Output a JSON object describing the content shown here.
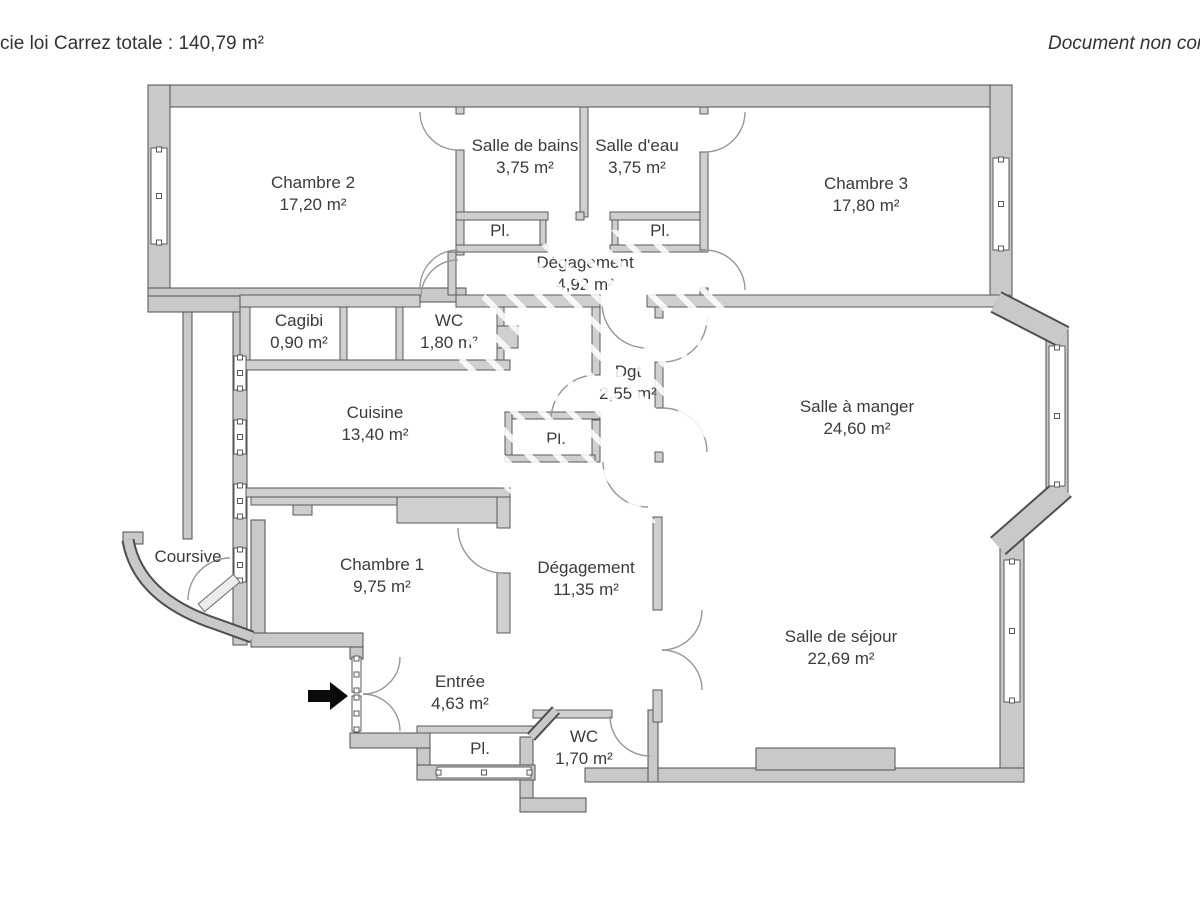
{
  "header": {
    "carrez_text": "cie loi Carrez totale :  140,79 m²",
    "disclaimer_text": "Document non cor"
  },
  "plan": {
    "rooms": [
      {
        "name": "Chambre 2",
        "area": "17,20 m²"
      },
      {
        "name": "Salle de bains",
        "area": "3,75 m²"
      },
      {
        "name": "Salle d'eau",
        "area": "3,75 m²"
      },
      {
        "name": "Chambre 3",
        "area": "17,80 m²"
      },
      {
        "name": "Dégagement",
        "area": "4,92 m²"
      },
      {
        "name": "Cagibi",
        "area": "0,90 m²"
      },
      {
        "name": "WC",
        "area": "1,80 m²"
      },
      {
        "name": "Dgt",
        "area": "2,55 m²"
      },
      {
        "name": "Cuisine",
        "area": "13,40 m²"
      },
      {
        "name": "Salle à manger",
        "area": "24,60 m²"
      },
      {
        "name": "Chambre 1",
        "area": "9,75 m²"
      },
      {
        "name": "Dégagement",
        "area": "11,35 m²"
      },
      {
        "name": "Salle de séjour",
        "area": "22,69 m²"
      },
      {
        "name": "Entrée",
        "area": "4,63 m²"
      },
      {
        "name": "WC",
        "area": "1,70 m²"
      }
    ],
    "closets": [
      {
        "label": "Pl."
      },
      {
        "label": "Pl."
      },
      {
        "label": "Pl."
      },
      {
        "label": "Pl."
      }
    ],
    "walkway_label": "Coursive"
  },
  "colors": {
    "wall_fill": "#c9c9c9",
    "wall_outline": "#4f4f4f",
    "partition_fill": "#cfcfcf",
    "partition_outline": "#585858",
    "door_arc": "#979797",
    "window_outline": "#5a5a5a",
    "arrow": "#0a0a0a",
    "text": "#3b3b3b"
  }
}
